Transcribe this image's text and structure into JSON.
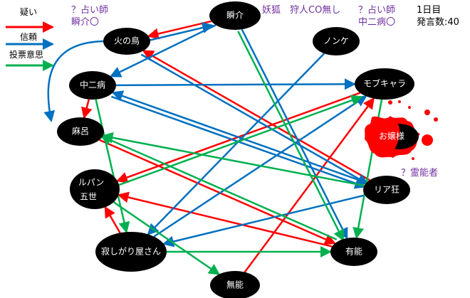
{
  "legend": [
    {
      "label": "疑い",
      "color": "#ff0000"
    },
    {
      "label": "信頼",
      "color": "#0070c0"
    },
    {
      "label": "投票意思",
      "color": "#00b050"
    }
  ],
  "notes": {
    "seer1_line1": "？占い師",
    "seer1_line2": "瞬介〇",
    "fox_hunter": "妖狐　狩人CO無し",
    "seer2_line1": "？占い師",
    "seer2_line2": "中二病〇",
    "medium": "？霊能者"
  },
  "info": {
    "day": "1日目",
    "remarks": "発言数:40"
  },
  "nodes": {
    "shunsuke": "瞬介",
    "hinotori": "火の鳥",
    "chuunibyou": "中二病",
    "maro": "麻呂",
    "lupin1": "ルパン",
    "lupin2": "五世",
    "sabishigari": "寂しがり屋さん",
    "munou": "無能",
    "yuunou": "有能",
    "riakyou": "リア狂",
    "mobchara": "モブキャラ",
    "nonke": "ノンケ",
    "ojousama": "お嬢様"
  },
  "edges": [
    {
      "from": "shunsuke",
      "to": "hinotori",
      "type": "doubt"
    },
    {
      "from": "chuunibyou",
      "to": "maro",
      "type": "doubt"
    },
    {
      "from": "sabishigari",
      "to": "lupin",
      "type": "doubt"
    },
    {
      "from": "munou",
      "to": "mobchara",
      "type": "doubt"
    },
    {
      "from": "riakyou",
      "to": "hinotori",
      "type": "doubt"
    },
    {
      "from": "maro",
      "to": "yuunou",
      "type": "doubt"
    },
    {
      "from": "yuunou",
      "to": "lupin",
      "type": "doubt"
    },
    {
      "from": "mobchara",
      "to": "lupin",
      "type": "doubt"
    },
    {
      "from": "hinotori",
      "to": "maro",
      "type": "trust",
      "curve": true
    },
    {
      "from": "chuunibyou",
      "to": "mobchara",
      "type": "trust"
    },
    {
      "from": "shunsuke",
      "to": "chuunibyou",
      "type": "trust"
    },
    {
      "from": "hinotori",
      "to": "shunsuke",
      "type": "trust"
    },
    {
      "from": "hinotori",
      "to": "riakyou",
      "type": "trust"
    },
    {
      "from": "riakyou",
      "to": "chuunibyou",
      "type": "trust"
    },
    {
      "from": "chuunibyou",
      "to": "riakyou",
      "type": "trust"
    },
    {
      "from": "nonke",
      "to": "sabishigari",
      "type": "trust"
    },
    {
      "from": "shunsuke",
      "to": "yuunou",
      "type": "trust"
    },
    {
      "from": "riakyou",
      "to": "sabishigari",
      "type": "trust"
    },
    {
      "from": "sabishigari",
      "to": "mobchara",
      "type": "trust"
    },
    {
      "from": "shunsuke",
      "to": "yuunou",
      "type": "vote"
    },
    {
      "from": "mobchara",
      "to": "yuunou",
      "type": "vote"
    },
    {
      "from": "chuunibyou",
      "to": "sabishigari",
      "type": "vote"
    },
    {
      "from": "lupin",
      "to": "mobchara",
      "type": "vote"
    },
    {
      "from": "riakyou",
      "to": "maro",
      "type": "vote"
    },
    {
      "from": "yuunou",
      "to": "maro",
      "type": "vote"
    },
    {
      "from": "lupin",
      "to": "munou",
      "type": "vote"
    },
    {
      "from": "sabishigari",
      "to": "yuunou",
      "type": "vote"
    }
  ]
}
